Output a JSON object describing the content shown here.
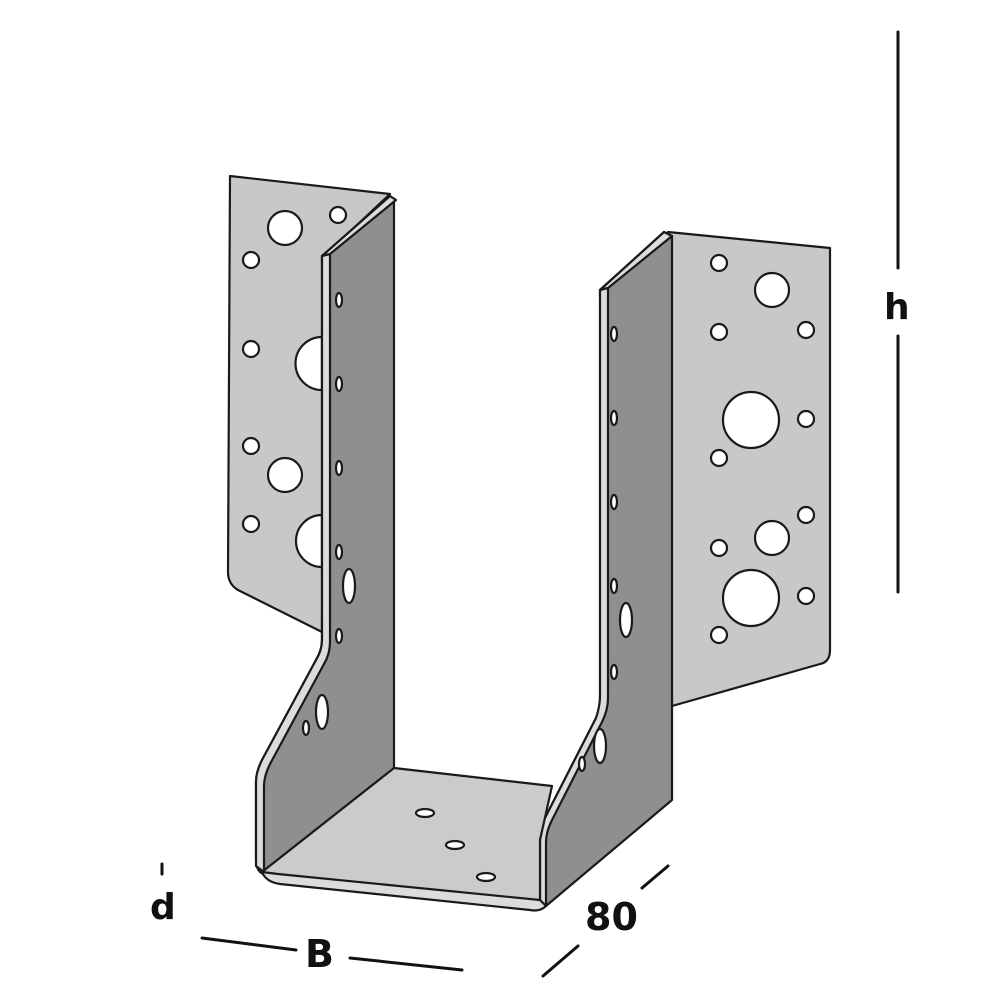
{
  "diagram": {
    "subject": "joist-hanger-external-flanges",
    "colors": {
      "background": "#ffffff",
      "flange_face": "#c8c8c8",
      "side_wall": "#8f8f8f",
      "bottom_plate": "#cbcbcb",
      "edge_highlight": "#dcdcdc",
      "outline": "#1a1a1a",
      "hole": "#ffffff",
      "dimension_line": "#111111"
    }
  },
  "dimensions": {
    "height_label": "h",
    "width_label": "B",
    "depth_label": "80",
    "thickness_label": "d"
  }
}
